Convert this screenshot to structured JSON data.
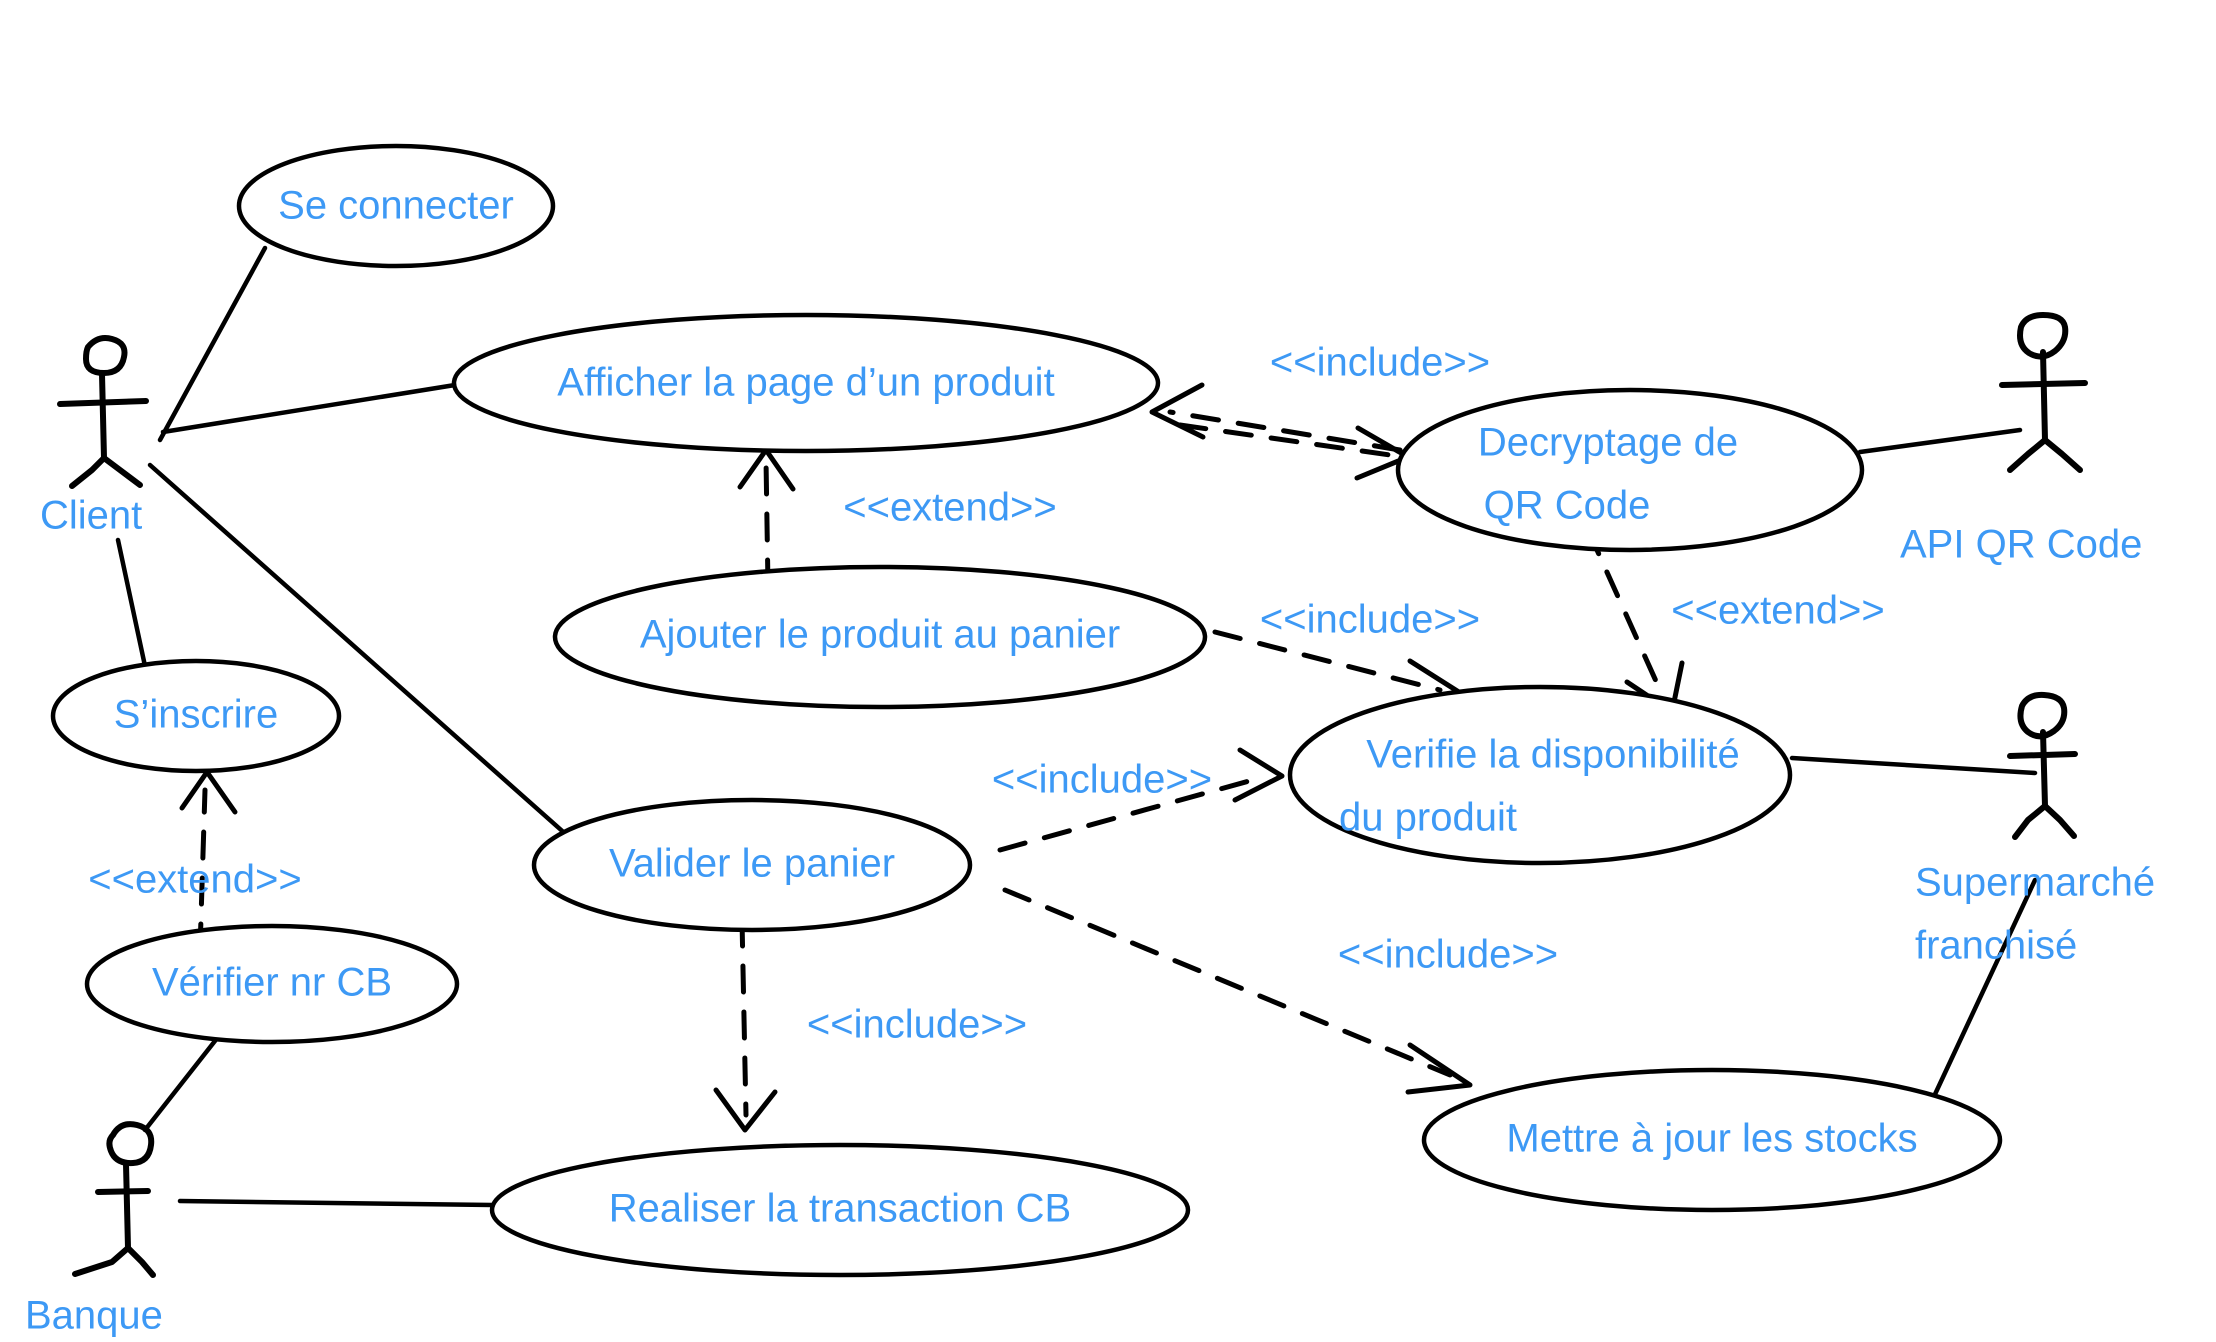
{
  "diagram": {
    "type": "uml-use-case",
    "title": "",
    "colors": {
      "text": "#3d99f5",
      "stroke": "#000000",
      "background": "#ffffff"
    }
  },
  "actors": [
    {
      "id": "client",
      "label": "Client"
    },
    {
      "id": "api-qr-code",
      "label": "API QR Code"
    },
    {
      "id": "supermarche-franchise",
      "label_line1": "Supermarché",
      "label_line2": "franchisé"
    },
    {
      "id": "banque",
      "label": "Banque"
    }
  ],
  "use_cases": [
    {
      "id": "se-connecter",
      "label": "Se connecter"
    },
    {
      "id": "afficher-page-produit",
      "label": "Afficher la page d’un produit"
    },
    {
      "id": "ajouter-produit-panier",
      "label": "Ajouter le produit au panier"
    },
    {
      "id": "valider-panier",
      "label": "Valider le panier"
    },
    {
      "id": "sinscrire",
      "label": "S’inscrire"
    },
    {
      "id": "verifier-nr-cb",
      "label": "Vérifier nr CB"
    },
    {
      "id": "realiser-transaction-cb",
      "label": "Realiser la transaction CB"
    },
    {
      "id": "decryptage-qr-code",
      "label_line1": "Decryptage de",
      "label_line2": "QR Code"
    },
    {
      "id": "verifie-disponibilite",
      "label_line1": "Verifie la disponibilité",
      "label_line2": "du produit"
    },
    {
      "id": "mettre-a-jour-stocks",
      "label": "Mettre à jour les stocks"
    }
  ],
  "stereotypes": {
    "include": "<<include>>",
    "extend": "<<extend>>"
  },
  "relationship_labels": [
    {
      "id": "extend-ajouter-afficher",
      "text": "<<extend>>"
    },
    {
      "id": "include-afficher-decryptage",
      "text": "<<include>>"
    },
    {
      "id": "include-ajouter-verifie",
      "text": "<<include>>"
    },
    {
      "id": "extend-decryptage-verifie",
      "text": "<<extend>>"
    },
    {
      "id": "include-valider-verifie",
      "text": "<<include>>"
    },
    {
      "id": "include-valider-stocks",
      "text": "<<include>>"
    },
    {
      "id": "include-valider-transaction",
      "text": "<<include>>"
    },
    {
      "id": "extend-verifier-cb-sinscrire",
      "text": "<<extend>>"
    }
  ]
}
